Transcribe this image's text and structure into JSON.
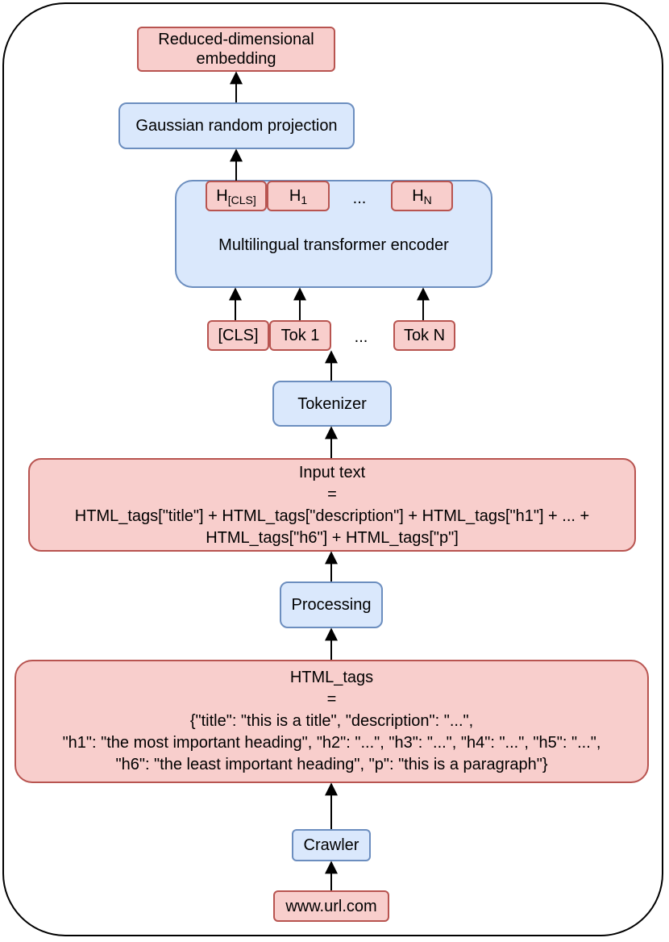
{
  "nodes": {
    "embedding": [
      "Reduced-dimensional",
      "embedding"
    ],
    "projection": "Gaussian random projection",
    "h_cls": {
      "base": "H",
      "sub": "[CLS]"
    },
    "h_1": {
      "base": "H",
      "sub": "1"
    },
    "h_ellipsis": "...",
    "h_n": {
      "base": "H",
      "sub": "N"
    },
    "encoder": "Multilingual transformer encoder",
    "tok_cls": "[CLS]",
    "tok_1": "Tok 1",
    "tok_ellipsis": "...",
    "tok_n": "Tok N",
    "tokenizer": "Tokenizer",
    "input_text": [
      "Input text",
      "=",
      "HTML_tags[\"title\"] + HTML_tags[\"description\"] + HTML_tags[\"h1\"] + ... +",
      "HTML_tags[\"h6\"] + HTML_tags[\"p\"]"
    ],
    "processing": "Processing",
    "html_tags": [
      "HTML_tags",
      "=",
      "{\"title\": \"this is a title\", \"description\": \"...\",",
      "\"h1\": \"the most important heading\", \"h2\": \"...\", \"h3\": \"...\", \"h4\": \"...\", \"h5\": \"...\",",
      "\"h6\": \"the least important heading\", \"p\": \"this is a paragraph\"}"
    ],
    "crawler": "Crawler",
    "url": "www.url.com"
  },
  "colors": {
    "red_fill": "#f8cecc",
    "red_stroke": "#b85450",
    "blue_fill": "#dae8fc",
    "blue_stroke": "#6c8ebf"
  }
}
